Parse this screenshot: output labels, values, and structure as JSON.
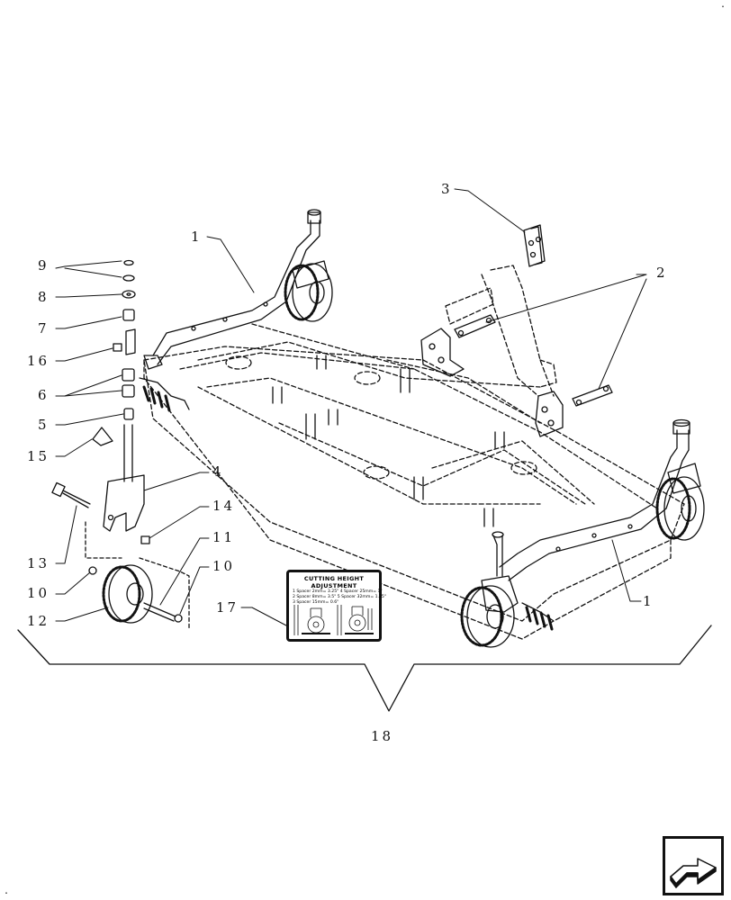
{
  "callouts": {
    "c1_top": "1",
    "c1_right": "1",
    "c2": "2",
    "c3": "3",
    "c4": "4",
    "c5": "5",
    "c6": "6",
    "c7": "7",
    "c8": "8",
    "c9": "9",
    "c10_left": "10",
    "c10_right": "10",
    "c11": "11",
    "c12": "12",
    "c13": "13",
    "c14": "14",
    "c15": "15",
    "c16": "16",
    "c17": "17",
    "c18": "18"
  },
  "decal": {
    "title": "CUTTING HEIGHT ADJUSTMENT",
    "rows": [
      "1 Spacer 2mm= 3.25\" 4 Spacer 25mm= 1\"",
      "2 Spacer 8mm= 3.5\" 5 Spacer 32mm= 1.25\"",
      "3 Spacer 15mm= 0.6\""
    ]
  },
  "navigation": {
    "icon": "next-page-arrow-icon"
  }
}
